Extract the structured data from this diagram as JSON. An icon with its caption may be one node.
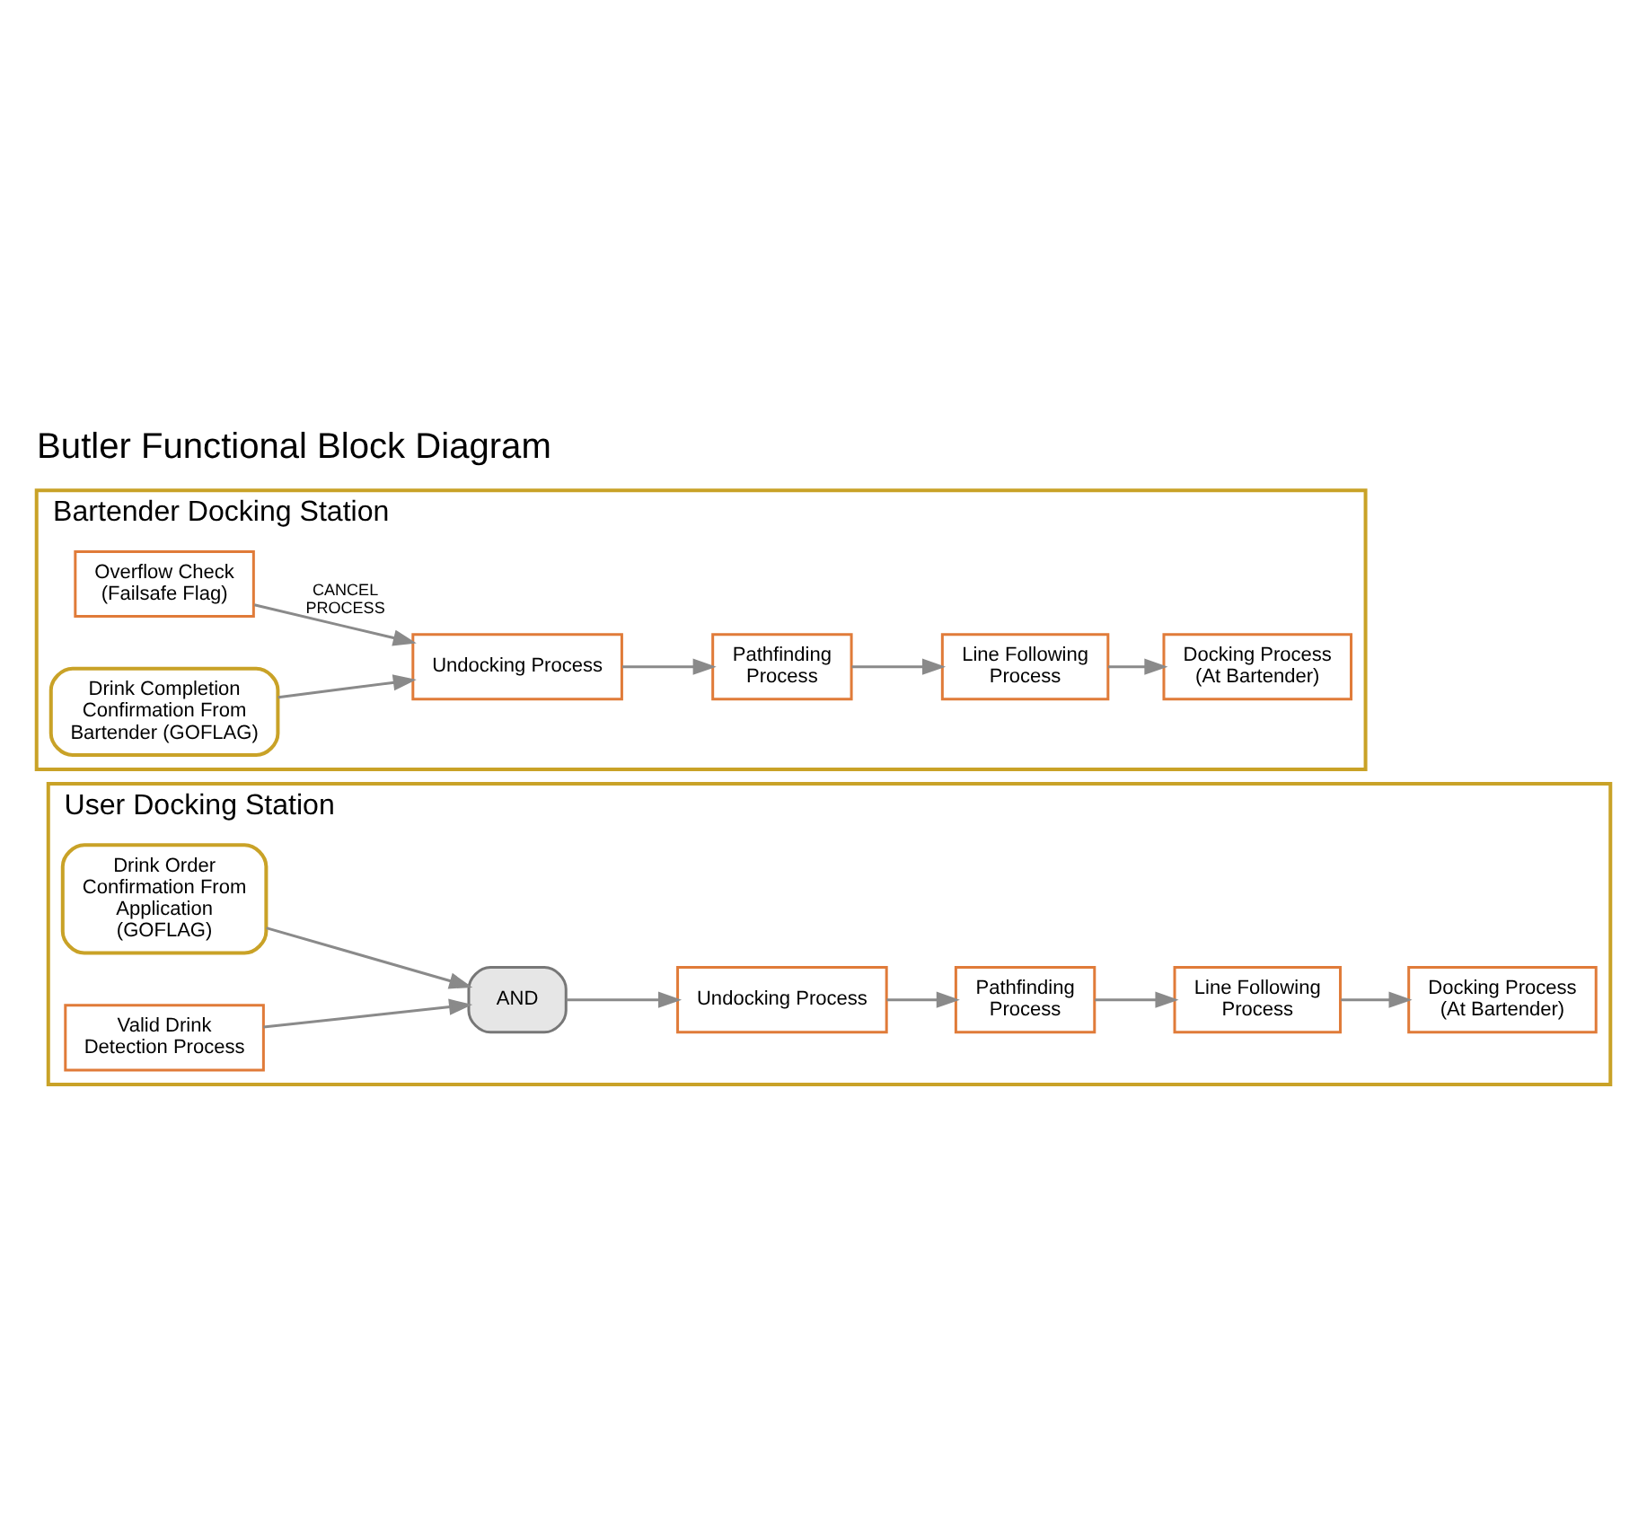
{
  "diagram": {
    "title": "Butler Functional Block Diagram",
    "nodes": [
      {
        "text": [
          "User Docking Station"
        ]
      },
      {
        "text": [
          "Drink Order Confirmation From Application (GOFLAG)"
        ],
        "in": 0
      },
      {
        "text": [
          "Valid Drink Detection Process"
        ],
        "in": 0
      },
      {
        "text": [
          "AND"
        ],
        "in": 0
      },
      {
        "text": [
          "Undocking Process"
        ],
        "in": 0
      },
      {
        "text": [
          "Pathfinding Process"
        ],
        "in": 0
      },
      {
        "text": [
          "Line Following Process"
        ],
        "in": 0
      },
      {
        "text": [
          "Docking Process (At Bartender)"
        ],
        "in": 0
      },
      {
        "text": [
          "Bartender Docking Station"
        ]
      },
      {
        "text": [
          "Overflow Check (Failsafe Flag)"
        ],
        "in": 8
      },
      {
        "text": [
          "Drink Completion Confirmation From Bartender (GOFLAG)"
        ],
        "in": 8
      },
      {
        "text": [
          "Undocking Process"
        ],
        "in": 8
      },
      {
        "text": [
          "Pathfinding Process"
        ],
        "in": 8
      },
      {
        "text": [
          "Line Following Process"
        ],
        "in": 8
      },
      {
        "text": [
          "Docking Process (At Bartender)"
        ],
        "in": 8
      }
    ],
    "edges": [
      {
        "from": 1,
        "to": 3,
        "arrow": "to"
      },
      {
        "from": 2,
        "to": 3,
        "arrow": "to"
      },
      {
        "from": 3,
        "to": 4,
        "arrow": "to"
      },
      {
        "from": 4,
        "to": 5,
        "arrow": "to"
      },
      {
        "from": 5,
        "to": 6,
        "arrow": "to"
      },
      {
        "from": 6,
        "to": 7,
        "arrow": "to"
      },
      {
        "from": 10,
        "to": 11,
        "arrow": "to"
      },
      {
        "from": 9,
        "to": 11,
        "label": "CANCEL PROCESS",
        "arrow": "to"
      },
      {
        "from": 11,
        "to": 12,
        "arrow": "to"
      },
      {
        "from": 12,
        "to": 13,
        "arrow": "to"
      },
      {
        "from": 13,
        "to": 14,
        "arrow": "to"
      }
    ]
  }
}
